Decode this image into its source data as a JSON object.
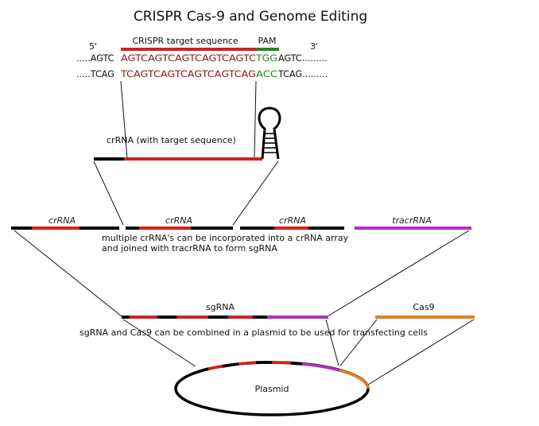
{
  "title": "CRISPR Cas-9 and Genome Editing",
  "dna": {
    "five_prime": "5'",
    "three_prime": "3'",
    "target_label": "CRISPR target sequence",
    "pam_label": "PAM",
    "top_left": ".....AGTC",
    "top_target": "AGTCAGTCAGTCAGTCAGTC",
    "top_pam": "TGG",
    "top_right": "AGTC.........",
    "bottom_left": ".....TCAG",
    "bottom_target": "TCAGTCAGTCAGTCAGTCAG",
    "bottom_pam": "ACC",
    "bottom_right": "TCAG........."
  },
  "crrna_label": "crRNA (with target sequence)",
  "array": {
    "labels": [
      "crRNA",
      "crRNA",
      "crRNA",
      "tracrRNA"
    ],
    "caption_line1": "multiple crRNA's can be incorporated into a crRNA array",
    "caption_line2": "and joined with tracrRNA to form sgRNA"
  },
  "sgrna_label": "sgRNA",
  "cas9_label": "Cas9",
  "combine_caption": "sgRNA and Cas9 can be combined in a plasmid to be used for transfecting cells",
  "plasmid_label": "Plasmid",
  "colors": {
    "target": "#d42020",
    "target_text": "#8b1a1a",
    "pam": "#1e8c1e",
    "backbone": "#000000",
    "tracr": "#b02ec0",
    "cas9": "#e08020"
  }
}
